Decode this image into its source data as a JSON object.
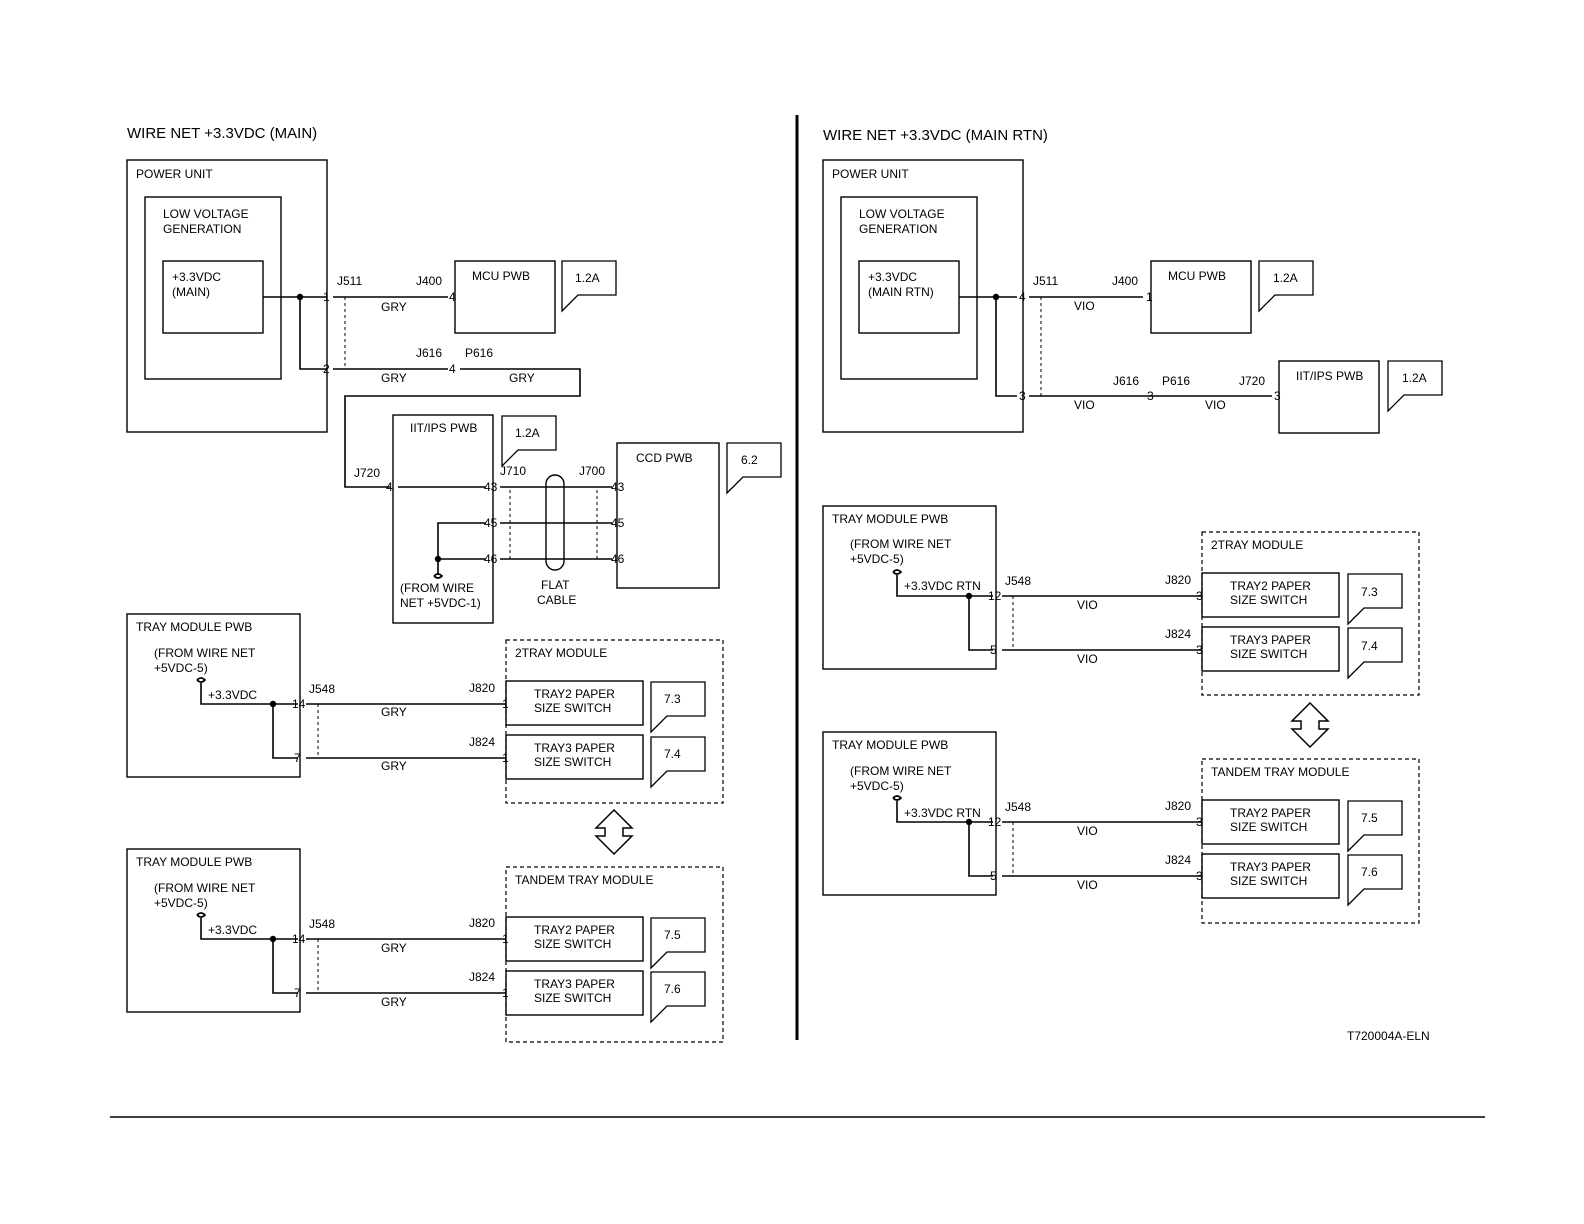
{
  "left_panel": {
    "title": "WIRE NET +3.3VDC (MAIN)",
    "power_unit": "POWER UNIT",
    "lvg": [
      "LOW VOLTAGE",
      "GENERATION"
    ],
    "source": [
      "+3.3VDC",
      "(MAIN)"
    ],
    "j511": "J511",
    "pin_j511_1": "1",
    "pin_j511_2": "2",
    "wire_gry_a": "GRY",
    "wire_gry_b": "GRY",
    "wire_gry_c": "GRY",
    "j400": "J400",
    "pin_j400_4": "4",
    "mcu_pwb": "MCU PWB",
    "mcu_ref": "1.2A",
    "j616": "J616",
    "p616": "P616",
    "pin_j616_4": "4",
    "iit_pwb": "IIT/IPS PWB",
    "iit_ref": "1.2A",
    "j720": "J720",
    "pin_j720_4": "4",
    "j710": "J710",
    "pins_j710": [
      "43",
      "45",
      "46"
    ],
    "j700": "J700",
    "pins_j700": [
      "43",
      "45",
      "46"
    ],
    "ccd_pwb": "CCD PWB",
    "ccd_ref": "6.2",
    "flat_cable": [
      "FLAT",
      "CABLE"
    ],
    "from_net": [
      "(FROM WIRE",
      "NET  +5VDC-1)"
    ],
    "tray_groups": [
      {
        "pwb": "TRAY MODULE PWB",
        "from": [
          "(FROM WIRE NET",
          "+5VDC-5)"
        ],
        "source": "+3.3VDC",
        "j548": "J548",
        "pins": [
          "14",
          "7"
        ],
        "wires": [
          "GRY",
          "GRY"
        ],
        "module": "2TRAY MODULE",
        "connectors": [
          "J820",
          "J824"
        ],
        "conn_pins": [
          "1",
          "1"
        ],
        "switches": [
          [
            "TRAY2 PAPER",
            "SIZE SWITCH"
          ],
          [
            "TRAY3 PAPER",
            "SIZE SWITCH"
          ]
        ],
        "refs": [
          "7.3",
          "7.4"
        ]
      },
      {
        "pwb": "TRAY MODULE PWB",
        "from": [
          "(FROM WIRE NET",
          "+5VDC-5)"
        ],
        "source": "+3.3VDC",
        "j548": "J548",
        "pins": [
          "14",
          "7"
        ],
        "wires": [
          "GRY",
          "GRY"
        ],
        "module": "TANDEM TRAY MODULE",
        "connectors": [
          "J820",
          "J824"
        ],
        "conn_pins": [
          "1",
          "1"
        ],
        "switches": [
          [
            "TRAY2 PAPER",
            "SIZE SWITCH"
          ],
          [
            "TRAY3 PAPER",
            "SIZE SWITCH"
          ]
        ],
        "refs": [
          "7.5",
          "7.6"
        ]
      }
    ]
  },
  "right_panel": {
    "title": "WIRE NET +3.3VDC (MAIN RTN)",
    "power_unit": "POWER UNIT",
    "lvg": [
      "LOW VOLTAGE",
      "GENERATION"
    ],
    "source": [
      "+3.3VDC",
      "(MAIN RTN)"
    ],
    "j511": "J511",
    "pin_j511_4": "4",
    "pin_j511_3": "3",
    "wire_vio_a": "VIO",
    "wire_vio_b": "VIO",
    "wire_vio_c": "VIO",
    "j400": "J400",
    "pin_j400_1": "1",
    "mcu_pwb": "MCU PWB",
    "mcu_ref": "1.2A",
    "j616": "J616",
    "p616": "P616",
    "pin_j616_3": "3",
    "j720": "J720",
    "pin_j720_3": "3",
    "iit_pwb": "IIT/IPS PWB",
    "iit_ref": "1.2A",
    "tray_groups": [
      {
        "pwb": "TRAY MODULE PWB",
        "from": [
          "(FROM WIRE NET",
          "+5VDC-5)"
        ],
        "source": "+3.3VDC RTN",
        "j548": "J548",
        "pins": [
          "12",
          "5"
        ],
        "wires": [
          "VIO",
          "VIO"
        ],
        "module": "2TRAY MODULE",
        "connectors": [
          "J820",
          "J824"
        ],
        "conn_pins": [
          "3",
          "3"
        ],
        "switches": [
          [
            "TRAY2 PAPER",
            "SIZE SWITCH"
          ],
          [
            "TRAY3 PAPER",
            "SIZE SWITCH"
          ]
        ],
        "refs": [
          "7.3",
          "7.4"
        ]
      },
      {
        "pwb": "TRAY MODULE PWB",
        "from": [
          "(FROM WIRE NET",
          "+5VDC-5)"
        ],
        "source": "+3.3VDC RTN",
        "j548": "J548",
        "pins": [
          "12",
          "5"
        ],
        "wires": [
          "VIO",
          "VIO"
        ],
        "module": "TANDEM TRAY MODULE",
        "connectors": [
          "J820",
          "J824"
        ],
        "conn_pins": [
          "3",
          "3"
        ],
        "switches": [
          [
            "TRAY2 PAPER",
            "SIZE SWITCH"
          ],
          [
            "TRAY3 PAPER",
            "SIZE SWITCH"
          ]
        ],
        "refs": [
          "7.5",
          "7.6"
        ]
      }
    ]
  },
  "drawing_id": "T720004A-ELN"
}
